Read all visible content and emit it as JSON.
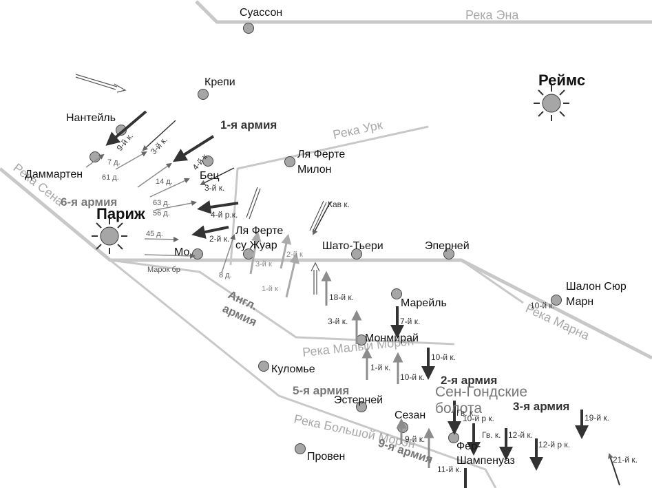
{
  "colors": {
    "river": "#c8c8c8",
    "city_fill": "#a6a6a6",
    "german_arrow": "#333333",
    "french_arrow": "#8c8c8c",
    "marsh": "#777777"
  },
  "rivers": {
    "aisne": "Река Эна",
    "ourcq": "Река Урк",
    "seine": "Река Сена",
    "marne": "Река Марна",
    "petit_morin": "Река Малый Морэн",
    "grand_morin": "Река Большой Морэн"
  },
  "cities": {
    "soissons": "Суассон",
    "crepy": "Крепи",
    "reims": "Реймс",
    "nanteuil": "Нантейль",
    "dammartin": "Даммартен",
    "la_ferte_milon_1": "Ля Ферте",
    "la_ferte_milon_2": "Милон",
    "betz": "Бец",
    "paris": "Париж",
    "meaux": "Мо",
    "la_ferte_jouarre_1": "Ля Ферте",
    "la_ferte_jouarre_2": "су Жуар",
    "chateau_thierry": "Шато-Тьери",
    "epernay": "Эперней",
    "chalons_1": "Шалон Сюр",
    "chalons_2": "Марн",
    "mareuil": "Марейль",
    "montmirail": "Монмирай",
    "coulommiers": "Куломье",
    "esternay": "Эстерней",
    "sezanne": "Сезан",
    "fere_1": "Фер-",
    "fere_2": "Шампенуаз",
    "provins": "Провен",
    "marshes_1": "Сен-Гондские",
    "marshes_2": "болота"
  },
  "armies": {
    "a1": "1-я армия",
    "a2": "2-я армия",
    "a3": "3-я армия",
    "a5": "5-я армия",
    "a6": "6-я армия",
    "a9": "9-я армия",
    "bef_1": "Англ.",
    "bef_2": "армия"
  },
  "units": {
    "k9": "9-й к.",
    "k3a": "3-й к.",
    "k4a": "4-й к.",
    "k3b": "3-й к.",
    "k4r": "4-й р.к.",
    "k2": "2-й к.",
    "kav": "Кав к.",
    "d7": "7 д.",
    "d61": "61 д.",
    "d14": "14 д.",
    "d63": "63 д.",
    "d56": "56 д.",
    "d45": "45 д.",
    "marok": "Марок бр",
    "d8": "8 д.",
    "bef3": "3-й к",
    "bef2": "2-й к",
    "bef1": "1-й к",
    "k18": "18-й к.",
    "k3f": "3-й к.",
    "k7": "7-й к.",
    "k10g": "10-й к.",
    "k1f": "1-й к.",
    "k10f": "10-й к.",
    "k10r": "10-й р к.",
    "gv1": "Гв. к.",
    "gv2": "Гв. к.",
    "k12": "12-й к.",
    "k12r": "12-й р к.",
    "k19": "19-й к.",
    "k9f": "9-й к.",
    "k11": "11-й к.",
    "k21": "21-й к.",
    "k10e": "10-й к."
  }
}
